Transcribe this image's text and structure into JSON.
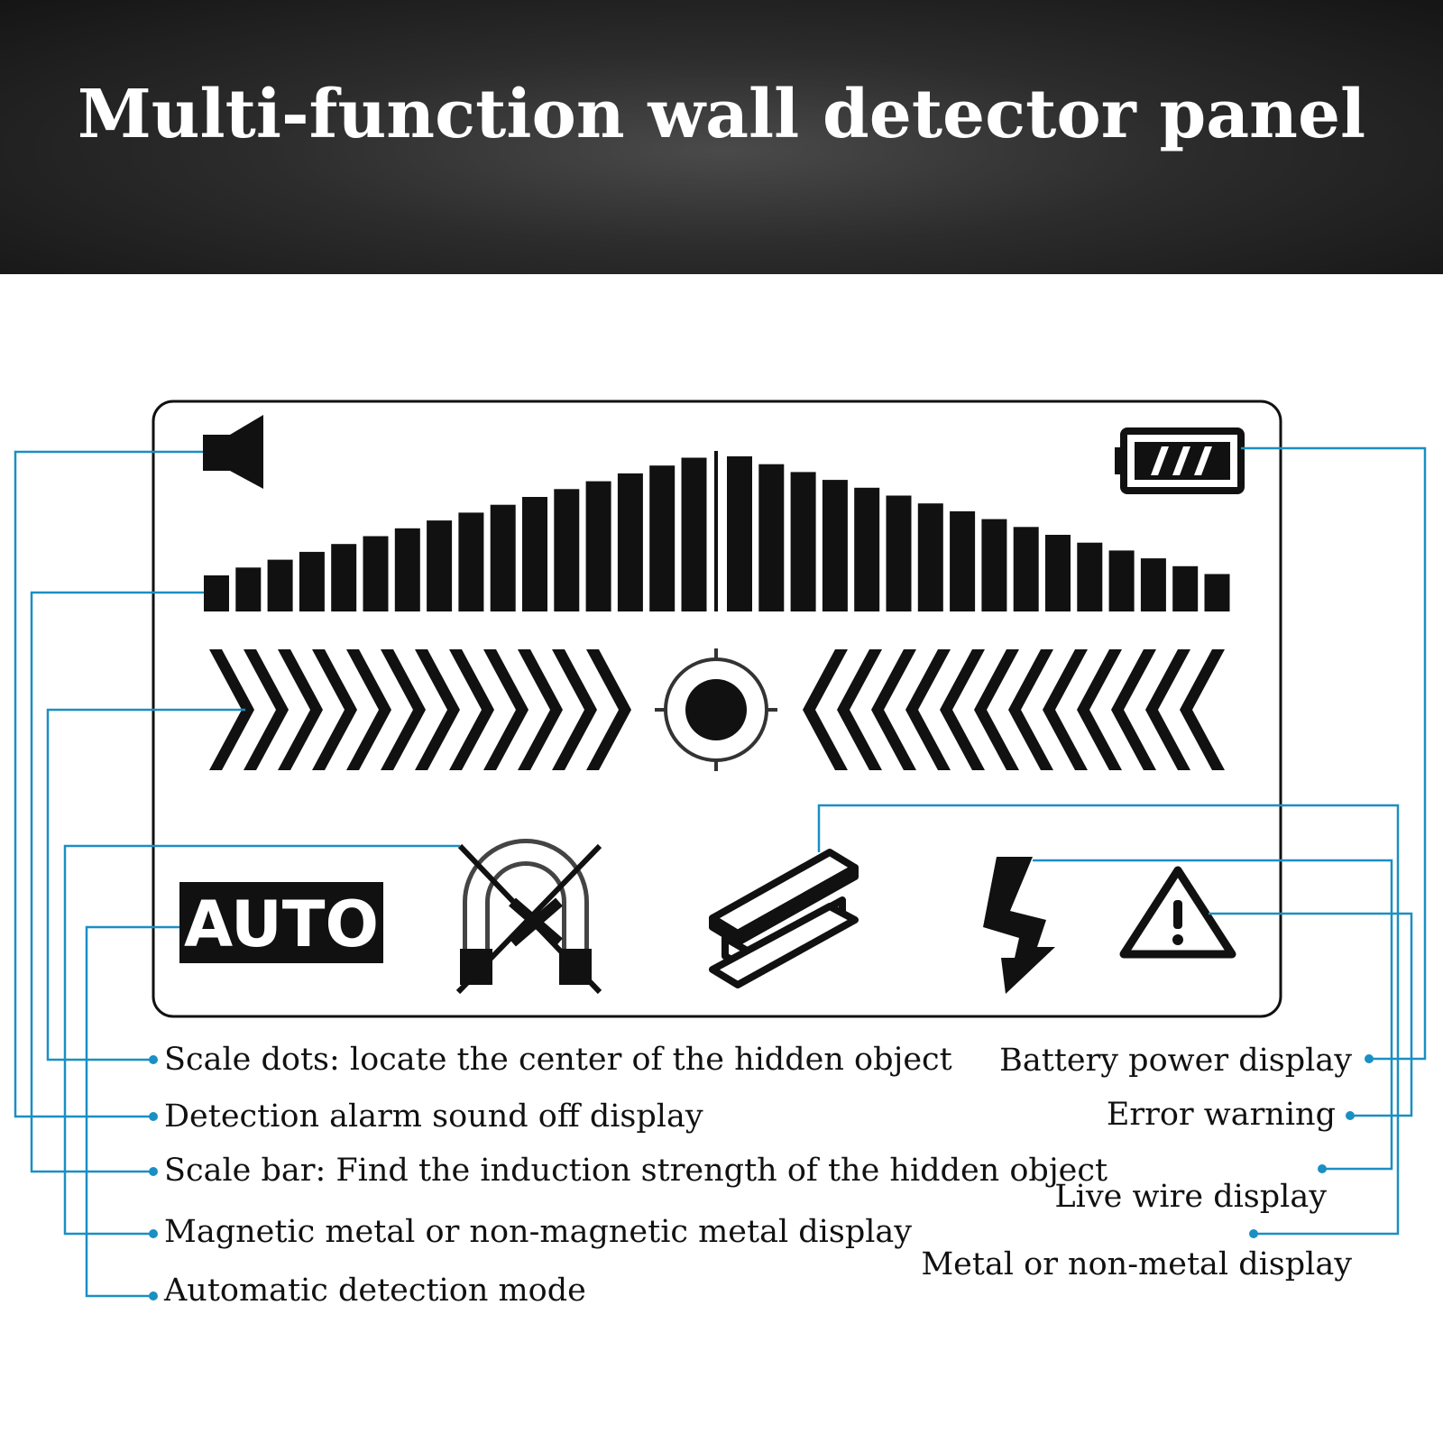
{
  "title": "Multi-function wall detector panel",
  "panel": {
    "auto_label": "AUTO",
    "icons": [
      "speaker-icon",
      "battery-icon",
      "scale-bar-icon",
      "arrows-icon",
      "target-icon",
      "magnet-icon",
      "i-beam-icon",
      "lightning-icon",
      "warning-icon"
    ]
  },
  "labels_left": [
    "Scale dots: locate the center of the hidden object",
    "Detection alarm sound off display",
    "Scale bar: Find the induction strength of the hidden object",
    "Magnetic metal or non-magnetic metal display",
    "Automatic detection mode"
  ],
  "labels_right": [
    "Battery power display",
    "Error warning",
    "Live wire display",
    "Metal or non-metal display"
  ],
  "colors": {
    "leader_line": "#1a8fc4",
    "ink": "#111111",
    "header_bg": "#222222",
    "title_text": "#ffffff"
  }
}
